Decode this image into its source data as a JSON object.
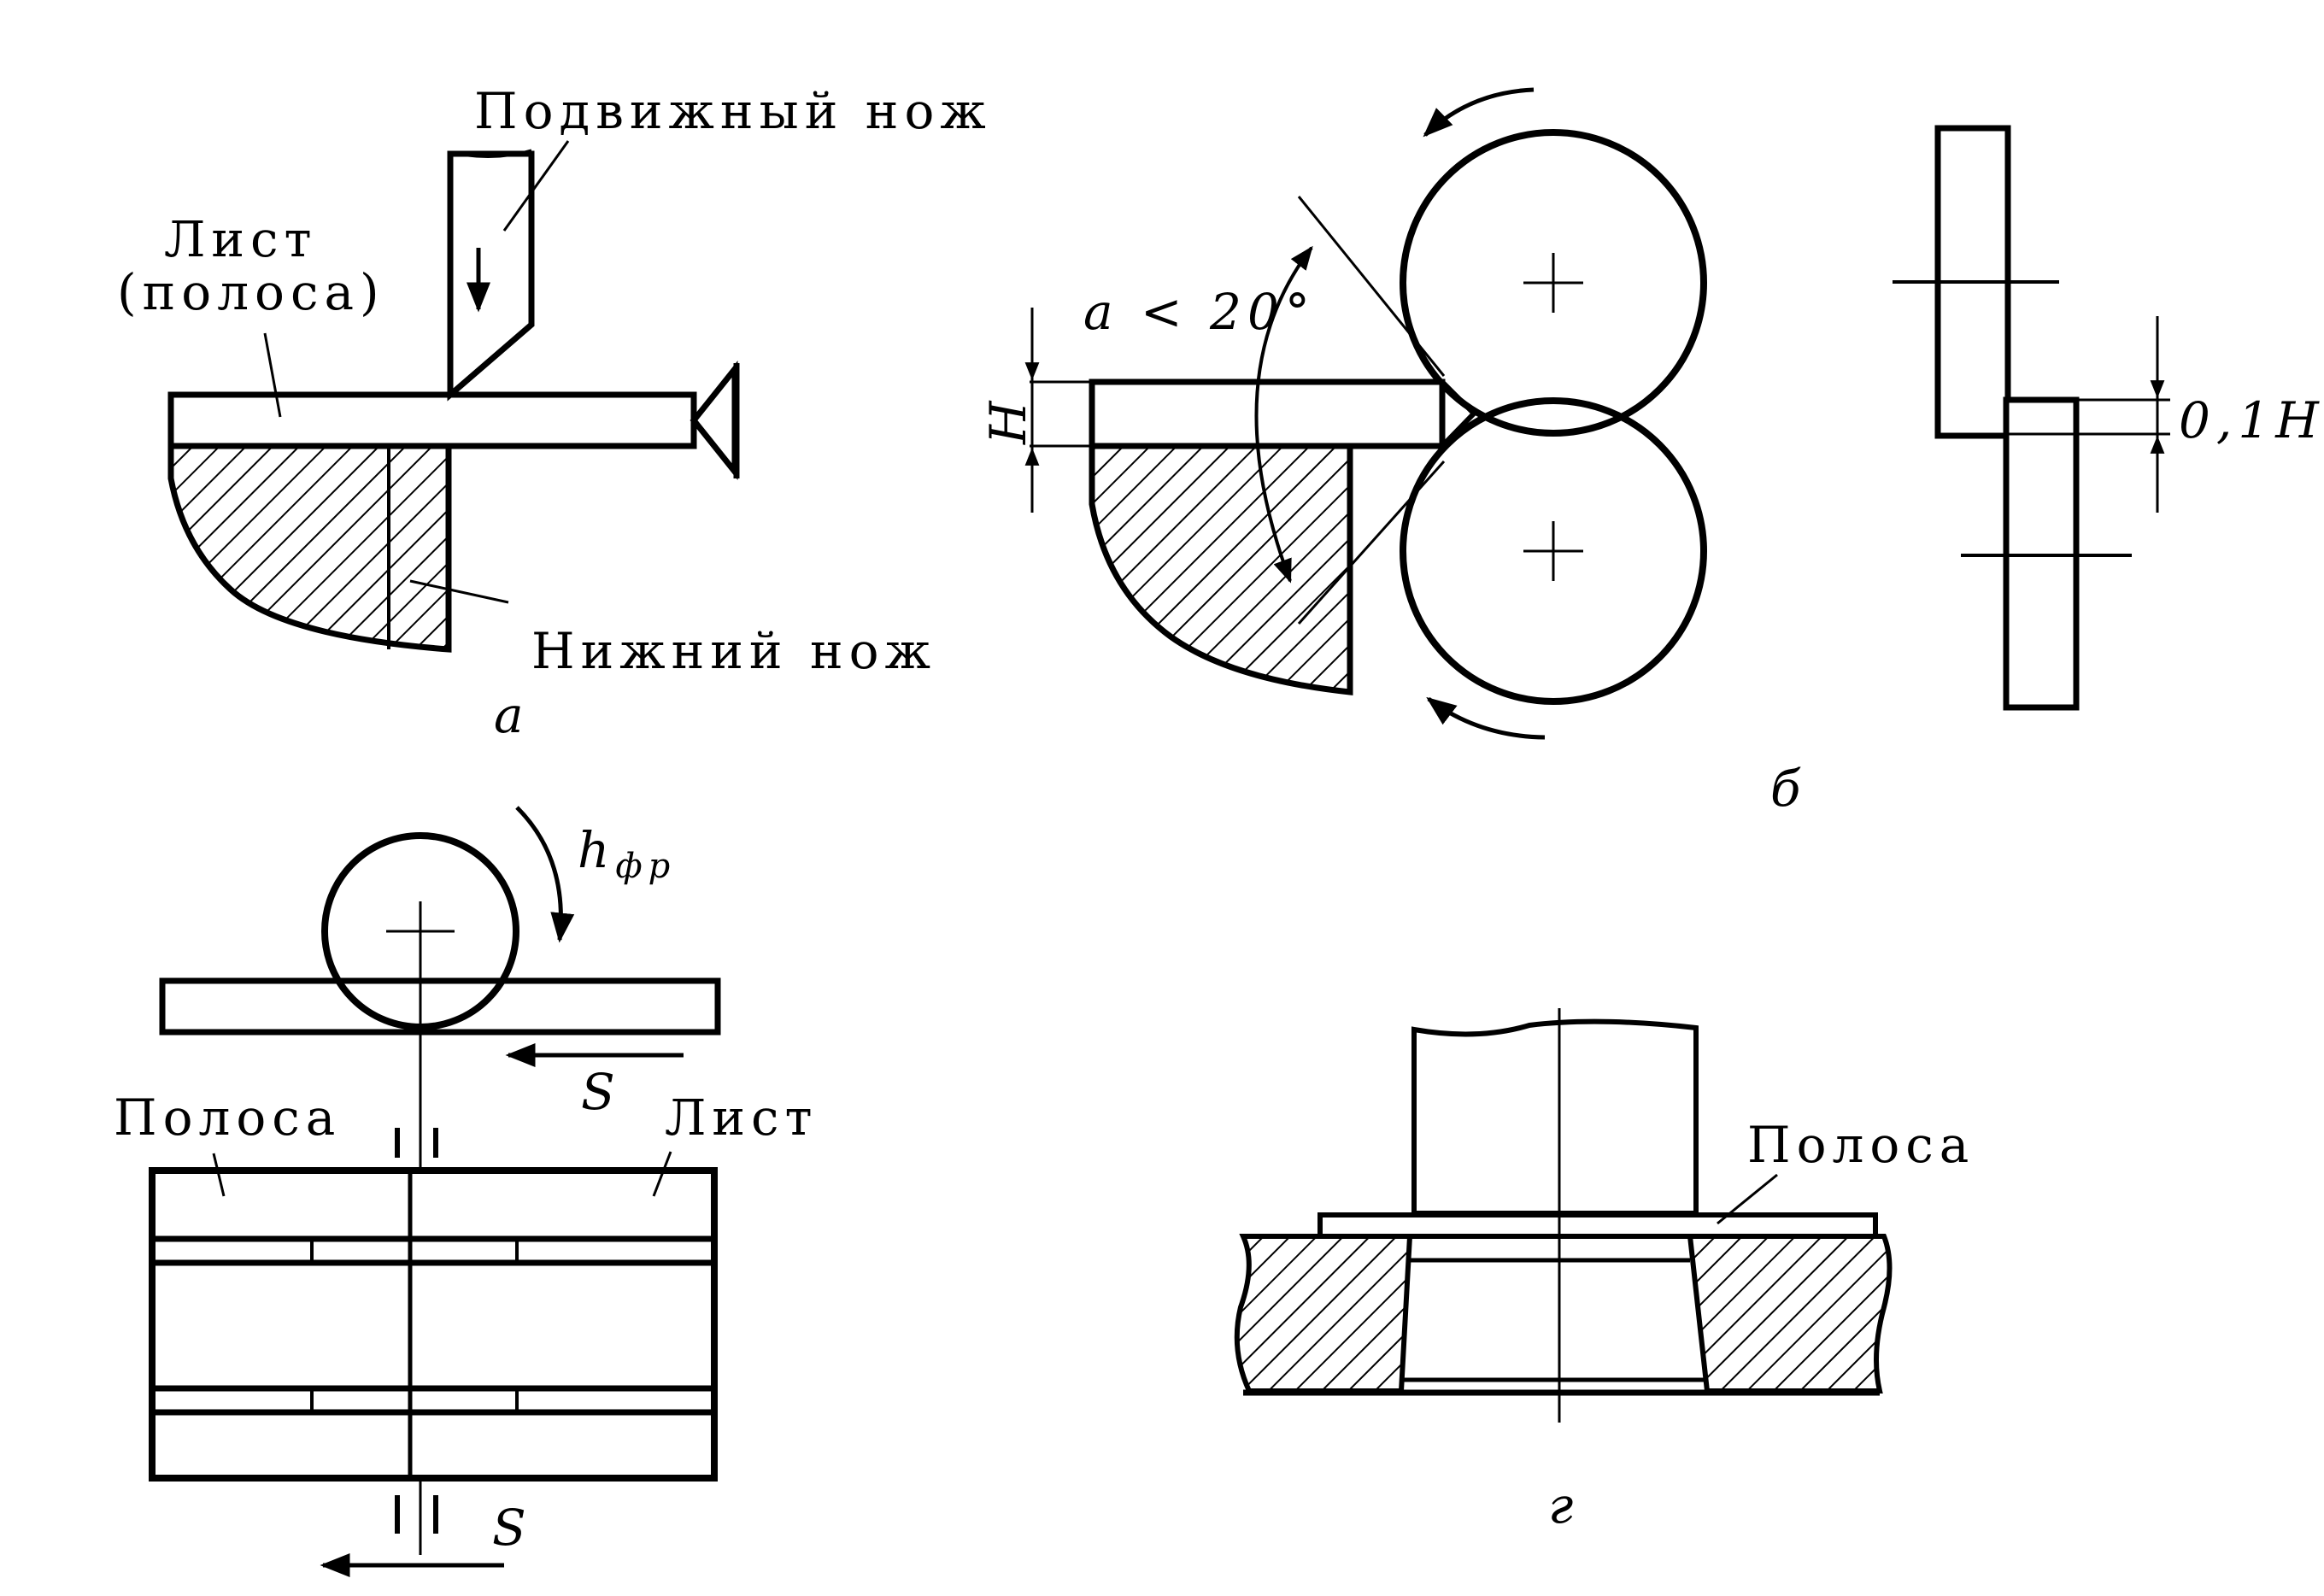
{
  "panel_a": {
    "label_sheet_line1": "Лист",
    "label_sheet_line2": "(полоса)",
    "label_moving_knife": "Подвижный нож",
    "label_lower_knife": "Нижний нож",
    "caption": "а"
  },
  "panel_b": {
    "angle_label": "a < 20°",
    "thickness_label": "H",
    "gap_label": "0,1H",
    "caption": "б"
  },
  "panel_c": {
    "feed_label_top": "h",
    "feed_label_top_sub": "фр",
    "label_strip": "Полоса",
    "label_sheet": "Лист",
    "feed_label_s_top": "S",
    "feed_label_s_bottom": "S",
    "caption": ""
  },
  "panel_d": {
    "label_strip": "Полоса",
    "caption": "г"
  },
  "colors": {
    "ink": "#000000",
    "paper": "#ffffff"
  }
}
